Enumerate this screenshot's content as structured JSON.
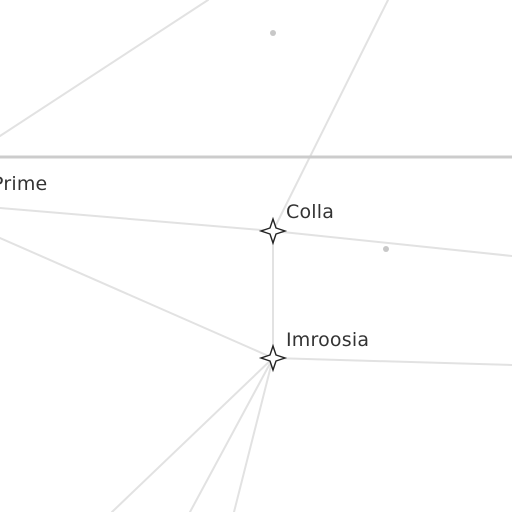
{
  "map": {
    "colors": {
      "background": "#ffffff",
      "route": "#e2e2e2",
      "boundary": "#cccccc",
      "poi": "#c8c8c8",
      "marker_outline": "#222222",
      "label": "#333333"
    },
    "systems": {
      "colla": {
        "name": "Colla",
        "marker": "four-point-star-icon"
      },
      "imroosia": {
        "name": "Imroosia",
        "marker": "four-point-star-icon"
      },
      "prime": {
        "name": "Prime",
        "marker": "none"
      }
    }
  }
}
